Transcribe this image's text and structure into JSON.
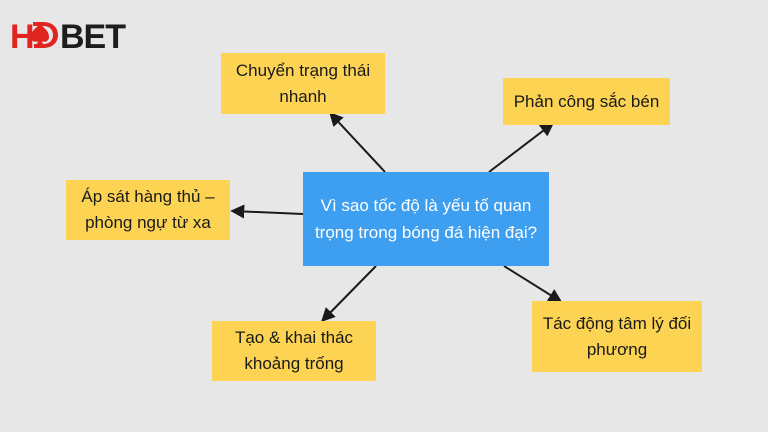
{
  "brand": {
    "logo_text": "HDBET",
    "red": "#e0241f",
    "dark": "#1d1d1f"
  },
  "diagram": {
    "center": {
      "label": "Vì sao tốc độ là yếu tố quan trọng trong bóng đá hiện đại?",
      "color": "#3e9ff0"
    },
    "node_color": "#fcd353",
    "background": "#e6e7e6",
    "nodes": [
      {
        "id": "top",
        "label": "Chuyển trạng thái nhanh"
      },
      {
        "id": "top-right",
        "label": "Phản công sắc bén"
      },
      {
        "id": "left",
        "label": "Áp sát hàng thủ – phòng ngự từ xa"
      },
      {
        "id": "bottom-left",
        "label": "Tạo & khai thác khoảng trống"
      },
      {
        "id": "bottom-right",
        "label": "Tác động tâm lý đối phương"
      }
    ]
  }
}
